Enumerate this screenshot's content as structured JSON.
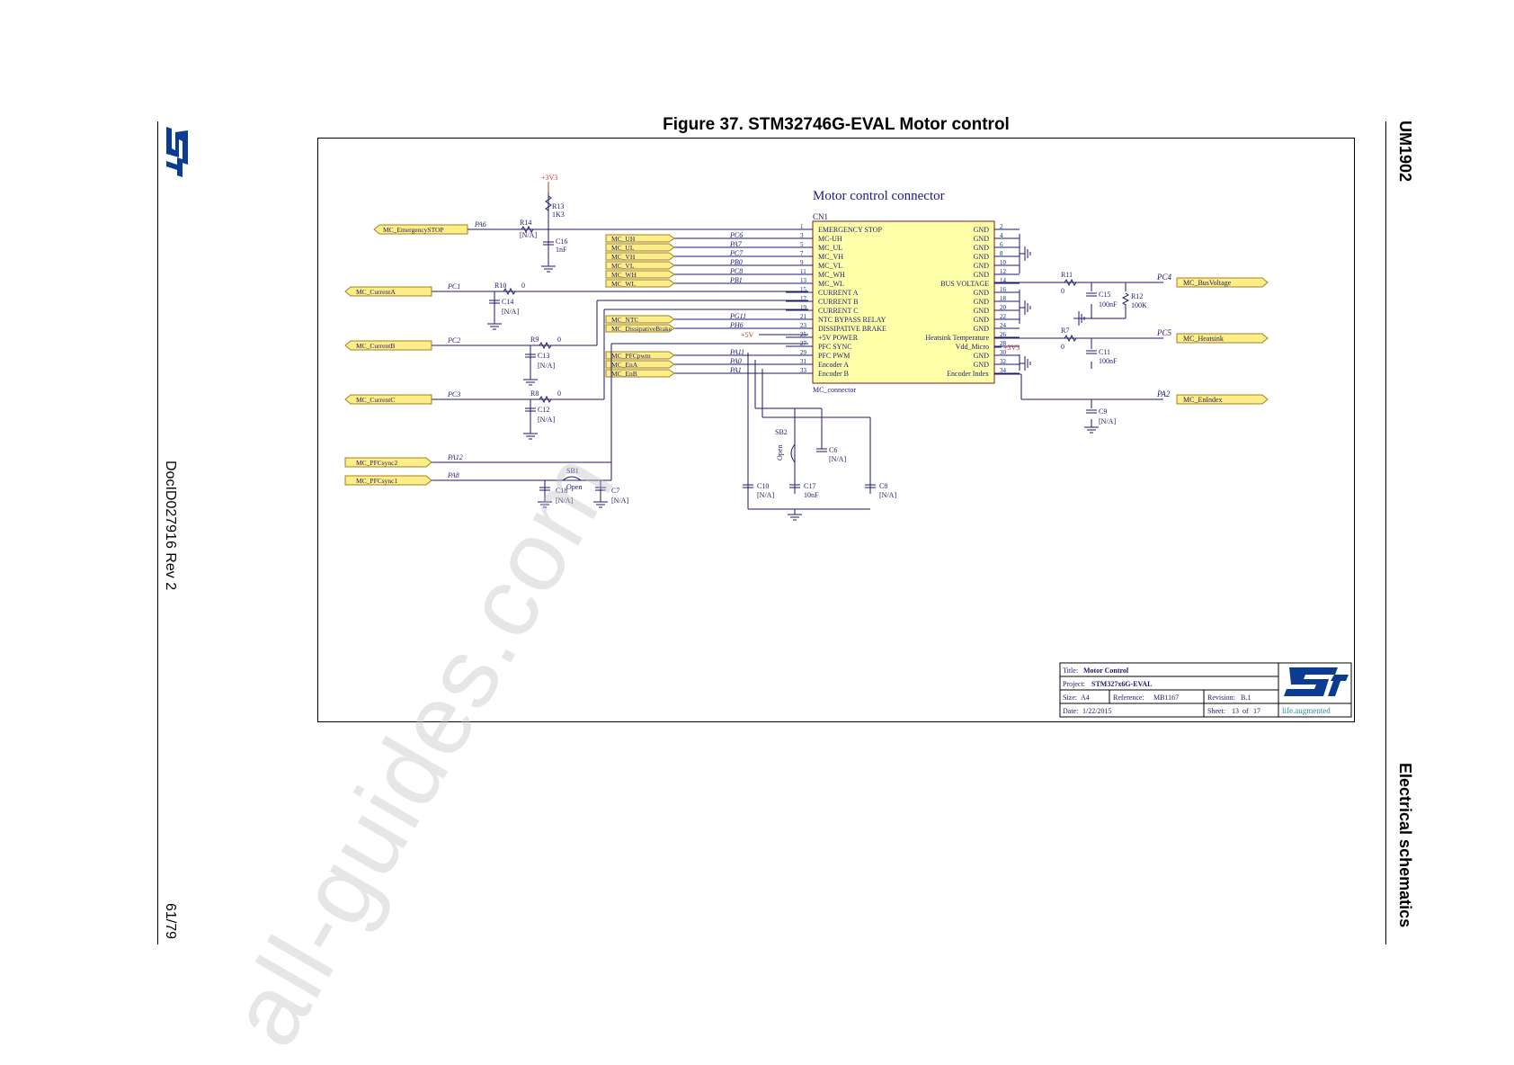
{
  "page": {
    "doc_id": "UM1902",
    "doc_rev": "DocID027916 Rev 2",
    "page_number": "61/79",
    "section": "Electrical schematics",
    "figure_title": "Figure 37. STM32746G-EVAL Motor control",
    "watermark": "all-guides.com"
  },
  "schematic": {
    "connector_title": "Motor control connector",
    "ref": "CN1",
    "footer_label": "MC_connector",
    "pins_left": [
      {
        "num": "1",
        "name": "EMERGENCY STOP",
        "port": "PA6",
        "net": "MC_EmergencySTOP"
      },
      {
        "num": "3",
        "name": "MC-UH",
        "port": "PC6",
        "net": "MC_UH"
      },
      {
        "num": "5",
        "name": "MC_UL",
        "port": "PA7",
        "net": "MC_UL"
      },
      {
        "num": "7",
        "name": "MC_VH",
        "port": "PC7",
        "net": "MC_VH"
      },
      {
        "num": "9",
        "name": "MC_VL",
        "port": "PB0",
        "net": "MC_VL"
      },
      {
        "num": "11",
        "name": "MC_WH",
        "port": "PC8",
        "net": "MC_WH"
      },
      {
        "num": "13",
        "name": "MC_WL",
        "port": "PB1",
        "net": "MC_WL"
      },
      {
        "num": "15",
        "name": "CURRENT A",
        "port": "PC1",
        "net": "MC_CurrentA"
      },
      {
        "num": "17",
        "name": "CURRENT B",
        "port": "PC2",
        "net": "MC_CurrentB"
      },
      {
        "num": "19",
        "name": "CURRENT C",
        "port": "PC3",
        "net": "MC_CurrentC"
      },
      {
        "num": "21",
        "name": "NTC BYPASS RELAY",
        "port": "PG11",
        "net": "MC_NTC"
      },
      {
        "num": "23",
        "name": "DISSIPATIVE BRAKE",
        "port": "PH6",
        "net": "MC_DissipativeBrake"
      },
      {
        "num": "25",
        "name": "+5V POWER",
        "port": "",
        "net": "+5V"
      },
      {
        "num": "27",
        "name": "PFC SYNC",
        "port": "",
        "net": ""
      },
      {
        "num": "29",
        "name": "PFC PWM",
        "port": "PA11",
        "net": "MC_PFCpwm"
      },
      {
        "num": "31",
        "name": "Encoder A",
        "port": "PA0",
        "net": "MC_EnA"
      },
      {
        "num": "33",
        "name": "Encoder B",
        "port": "PA1",
        "net": "MC_EnB"
      }
    ],
    "pins_right": [
      {
        "num": "2",
        "name": "GND"
      },
      {
        "num": "4",
        "name": "GND"
      },
      {
        "num": "6",
        "name": "GND"
      },
      {
        "num": "8",
        "name": "GND"
      },
      {
        "num": "10",
        "name": "GND"
      },
      {
        "num": "12",
        "name": "GND"
      },
      {
        "num": "14",
        "name": "BUS VOLTAGE"
      },
      {
        "num": "16",
        "name": "GND"
      },
      {
        "num": "18",
        "name": "GND"
      },
      {
        "num": "20",
        "name": "GND"
      },
      {
        "num": "22",
        "name": "GND"
      },
      {
        "num": "24",
        "name": "GND"
      },
      {
        "num": "26",
        "name": "Heatsink Temperature"
      },
      {
        "num": "28",
        "name": "Vdd_Micro"
      },
      {
        "num": "30",
        "name": "GND"
      },
      {
        "num": "32",
        "name": "GND"
      },
      {
        "num": "34",
        "name": "Encoder Index"
      }
    ],
    "left_nets": {
      "current_a": "MC_CurrentA",
      "current_b": "MC_CurrentB",
      "current_c": "MC_CurrentC",
      "pfc_sync2": "MC_PFCsync2",
      "pfc_sync1": "MC_PFCsync1",
      "port_pc1": "PC1",
      "port_pc2": "PC2",
      "port_pc3": "PC3",
      "port_pa12": "PA12",
      "port_pa8": "PA8"
    },
    "right_nets": {
      "bus_voltage": "MC_BusVoltage",
      "heatsink": "MC_Heatsink",
      "en_index": "MC_EnIndex",
      "port_pc4": "PC4",
      "port_pc5": "PC5",
      "port_pa2": "PA2",
      "vdd": "+3V3"
    },
    "components": {
      "r13": "R13",
      "r13_val": "1K3",
      "r14": "R14",
      "r14_val": "[N/A]",
      "c16": "C16",
      "c16_val": "1nF",
      "r10": "R10",
      "r10_val": "0",
      "c14": "C14",
      "c14_val": "[N/A]",
      "r9": "R9",
      "r9_val": "0",
      "c13": "C13",
      "c13_val": "[N/A]",
      "r8": "R8",
      "r8_val": "0",
      "c12": "C12",
      "c12_val": "[N/A]",
      "sb1": "SB1",
      "sb1_val": "Open",
      "c18": "C18",
      "c18_val": "[N/A]",
      "c7": "C7",
      "c7_val": "[N/A]",
      "sb2": "SB2",
      "sb2_val": "Open",
      "c6": "C6",
      "c6_val": "[N/A]",
      "c10": "C10",
      "c10_val": "[N/A]",
      "c17": "C17",
      "c17_val": "10nF",
      "c8": "C8",
      "c8_val": "[N/A]",
      "r11": "R11",
      "r11_val": "0",
      "c15": "C15",
      "c15_val": "100nF",
      "r12": "R12",
      "r12_val": "100K",
      "r7": "R7",
      "r7_val": "0",
      "c11": "C11",
      "c11_val": "100nF",
      "c9": "C9",
      "c9_val": "[N/A]",
      "vcc": "+3V3",
      "vcc_5v": "+5V"
    },
    "title_block": {
      "title_label": "Title:",
      "title": "Motor Control",
      "project_label": "Project:",
      "project": "STM327x6G-EVAL",
      "size_label": "Size:",
      "size": "A4",
      "reference_label": "Reference:",
      "reference": "MB1167",
      "revision_label": "Revision:",
      "revision": "B.1",
      "date_label": "Date:",
      "date": "1/22/2015",
      "sheet_label": "Sheet:",
      "sheet": "13",
      "sheet_of": "of",
      "sheet_total": "17",
      "brand": "life.augmented"
    }
  },
  "colors": {
    "wire": "#1a1a6e",
    "net_flag_fill": "#ffee88",
    "net_flag_stroke": "#a08020",
    "connector_fill": "#ffffaa",
    "connector_stroke": "#7a1a1a",
    "power": "#c0392b",
    "port_text": "#1a1a80",
    "st_blue": "#0a3d91",
    "brand_teal": "#2a8fa5"
  }
}
